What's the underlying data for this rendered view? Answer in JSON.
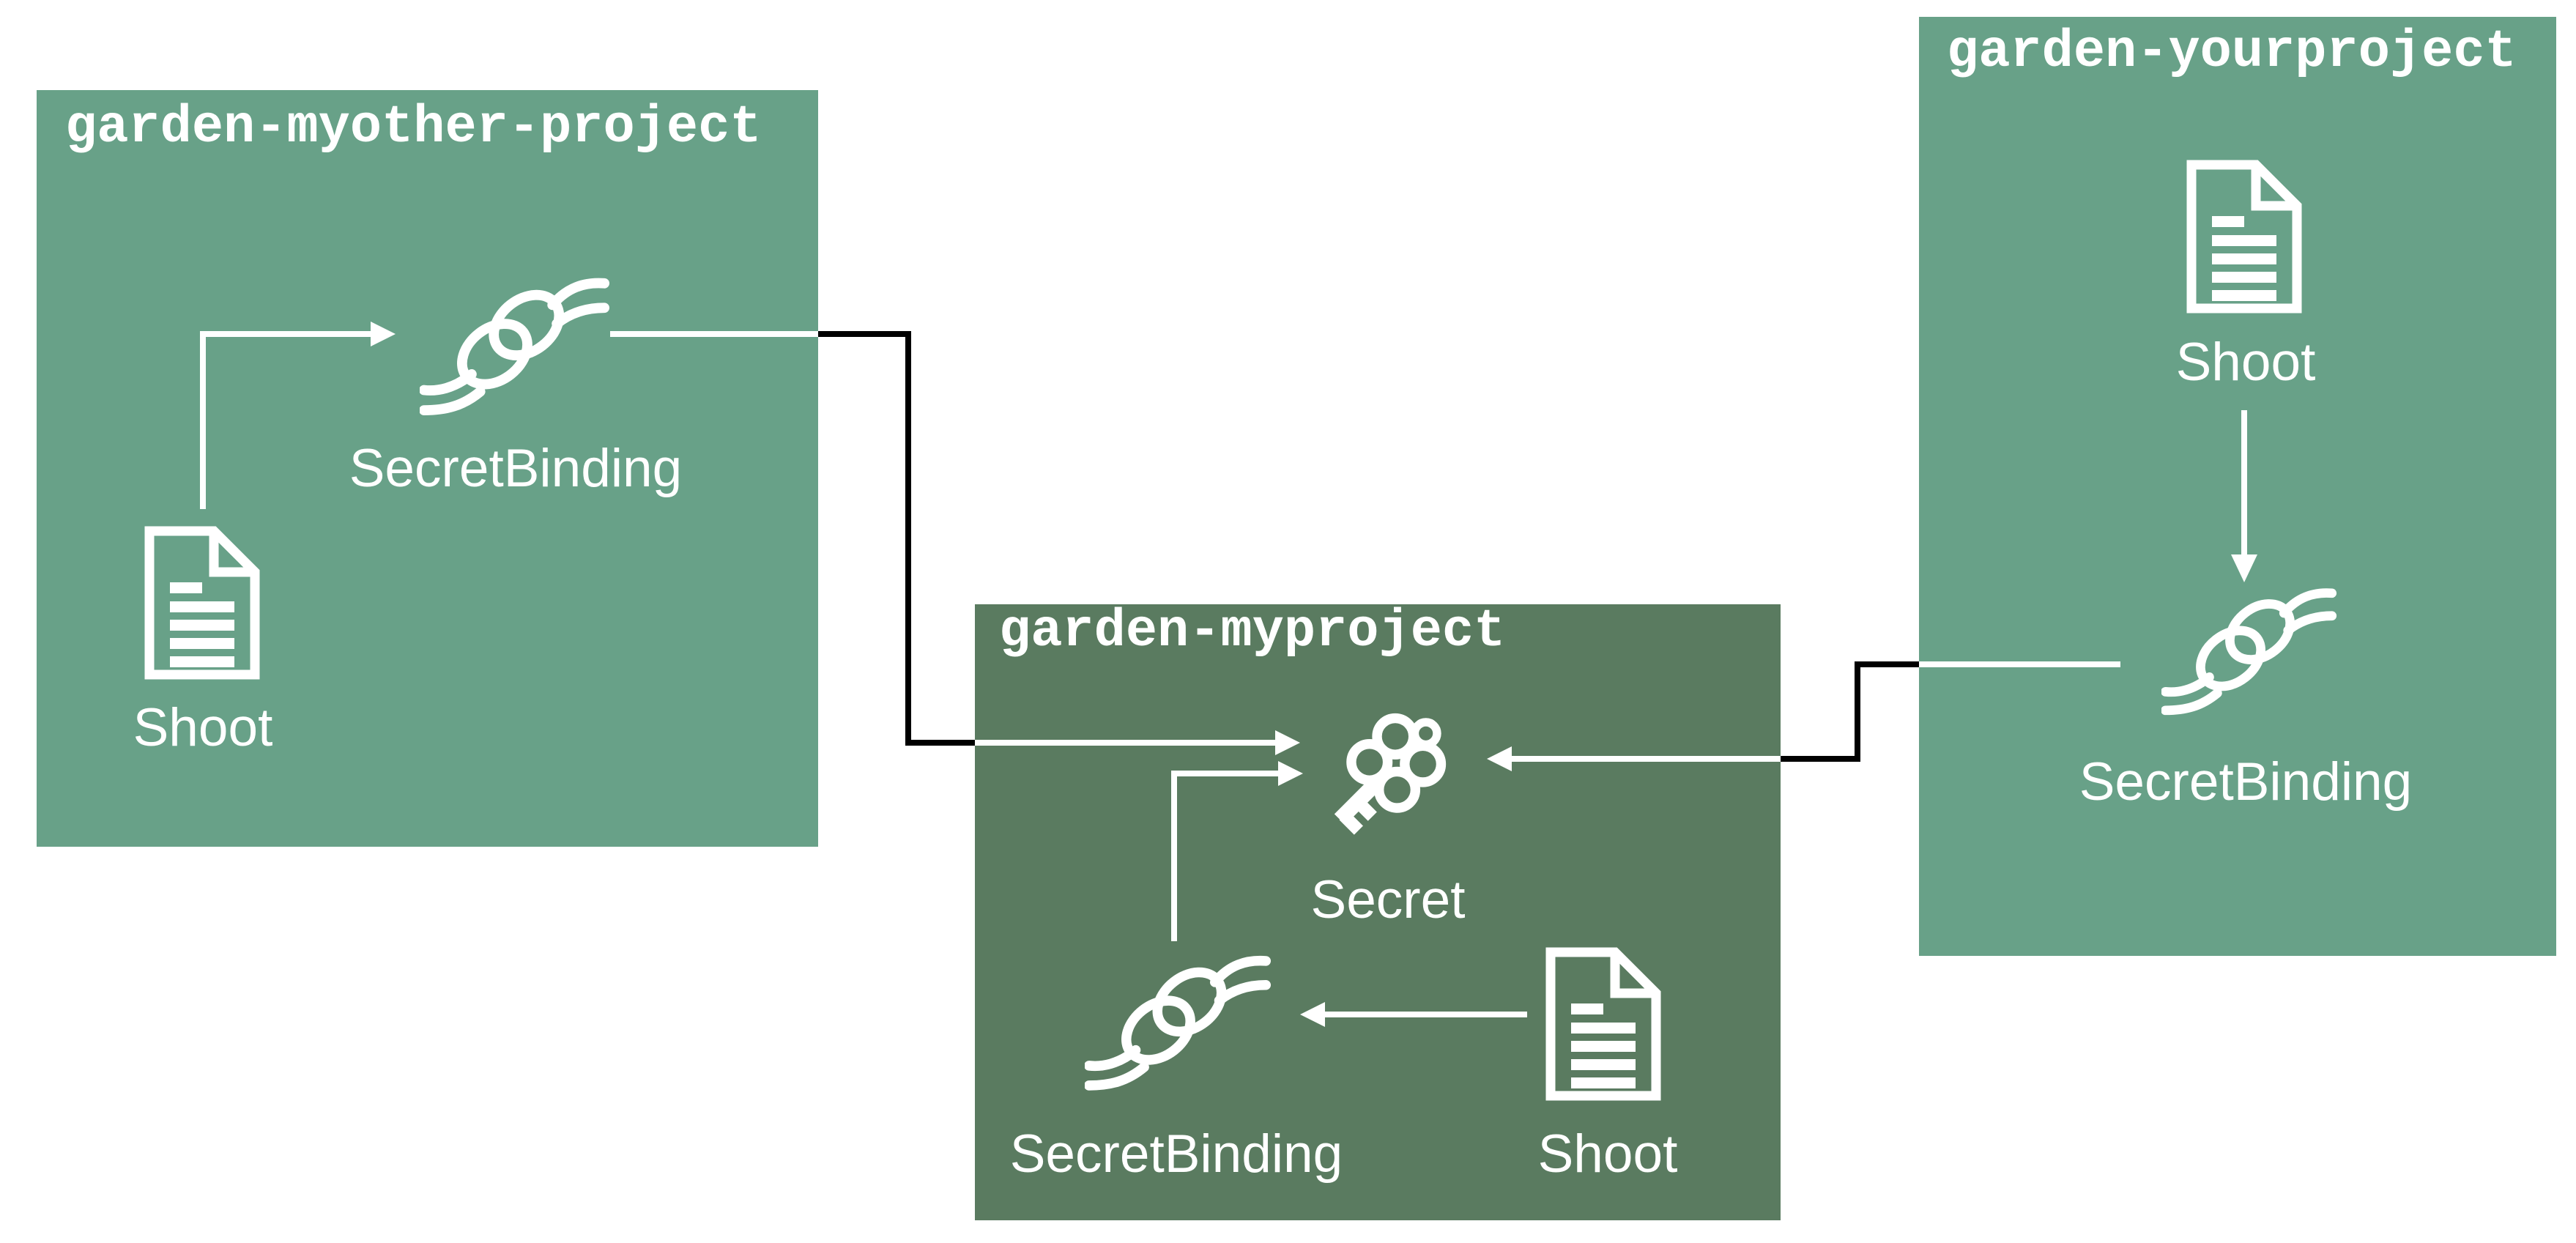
{
  "colors": {
    "background": "#ffffff",
    "project_box_light": "#68A188",
    "project_box_dark": "#5A7B60",
    "line_white": "#ffffff",
    "connector_black": "#000000"
  },
  "boxes": {
    "myother": {
      "title": "garden-myother-project",
      "secretbinding_label": "SecretBinding",
      "shoot_label": "Shoot"
    },
    "myproject": {
      "title": "garden-myproject",
      "secret_label": "Secret",
      "secretbinding_label": "SecretBinding",
      "shoot_label": "Shoot"
    },
    "yourproject": {
      "title": "garden-yourproject",
      "shoot_label": "Shoot",
      "secretbinding_label": "SecretBinding"
    }
  },
  "icons": {
    "secretbinding": "knot-icon",
    "shoot": "document-icon",
    "secret": "key-icon"
  }
}
